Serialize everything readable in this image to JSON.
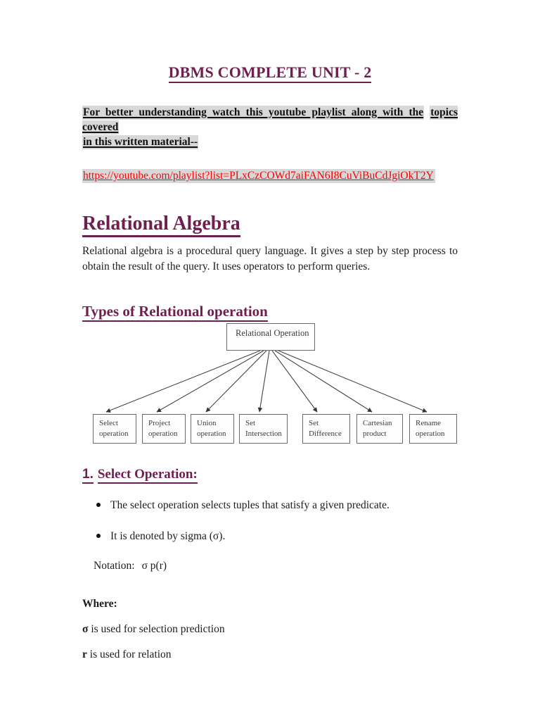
{
  "title": "DBMS COMPLETE UNIT - 2",
  "note": {
    "part1": "For better understanding watch this youtube playlist along with the",
    "part2": "topics covered",
    "line2": "in this written material--"
  },
  "playlist_url": "https://youtube.com/playlist?list=PLxCzCOWd7aiFAN6I8CuViBuCdJgiOkT2Y",
  "section_algebra": {
    "heading": "Relational Algebra",
    "body": "Relational algebra is a procedural query language. It gives a step by step process to obtain the result of the query. It uses operators to perform queries."
  },
  "section_types": {
    "heading": "Types of Relational operation"
  },
  "diagram": {
    "root": "Relational Operation",
    "children": [
      {
        "line1": "Select",
        "line2": "operation"
      },
      {
        "line1": "Project",
        "line2": "operation"
      },
      {
        "line1": "Union",
        "line2": "operation"
      },
      {
        "line1": "Set",
        "line2": "Intersection"
      },
      {
        "line1": "Set",
        "line2": "Difference"
      },
      {
        "line1": "Cartesian",
        "line2": "product"
      },
      {
        "line1": "Rename",
        "line2": "operation"
      }
    ]
  },
  "section_select": {
    "number": "1.",
    "heading": "Select Operation:",
    "bullets": [
      "The select operation selects tuples that satisfy a given predicate.",
      "It is denoted by sigma (σ)."
    ],
    "notation_label": "Notation:",
    "notation_value": "σ p(r)",
    "where_label": "Where:",
    "where_items": [
      {
        "symbol": "σ",
        "text": "is used for selection prediction"
      },
      {
        "symbol": "r",
        "text": "is used for relation"
      }
    ]
  },
  "colors": {
    "heading_maroon": "#6e1f4f",
    "link_red": "#ff0000",
    "highlight_gray": "#d8d8d8"
  }
}
